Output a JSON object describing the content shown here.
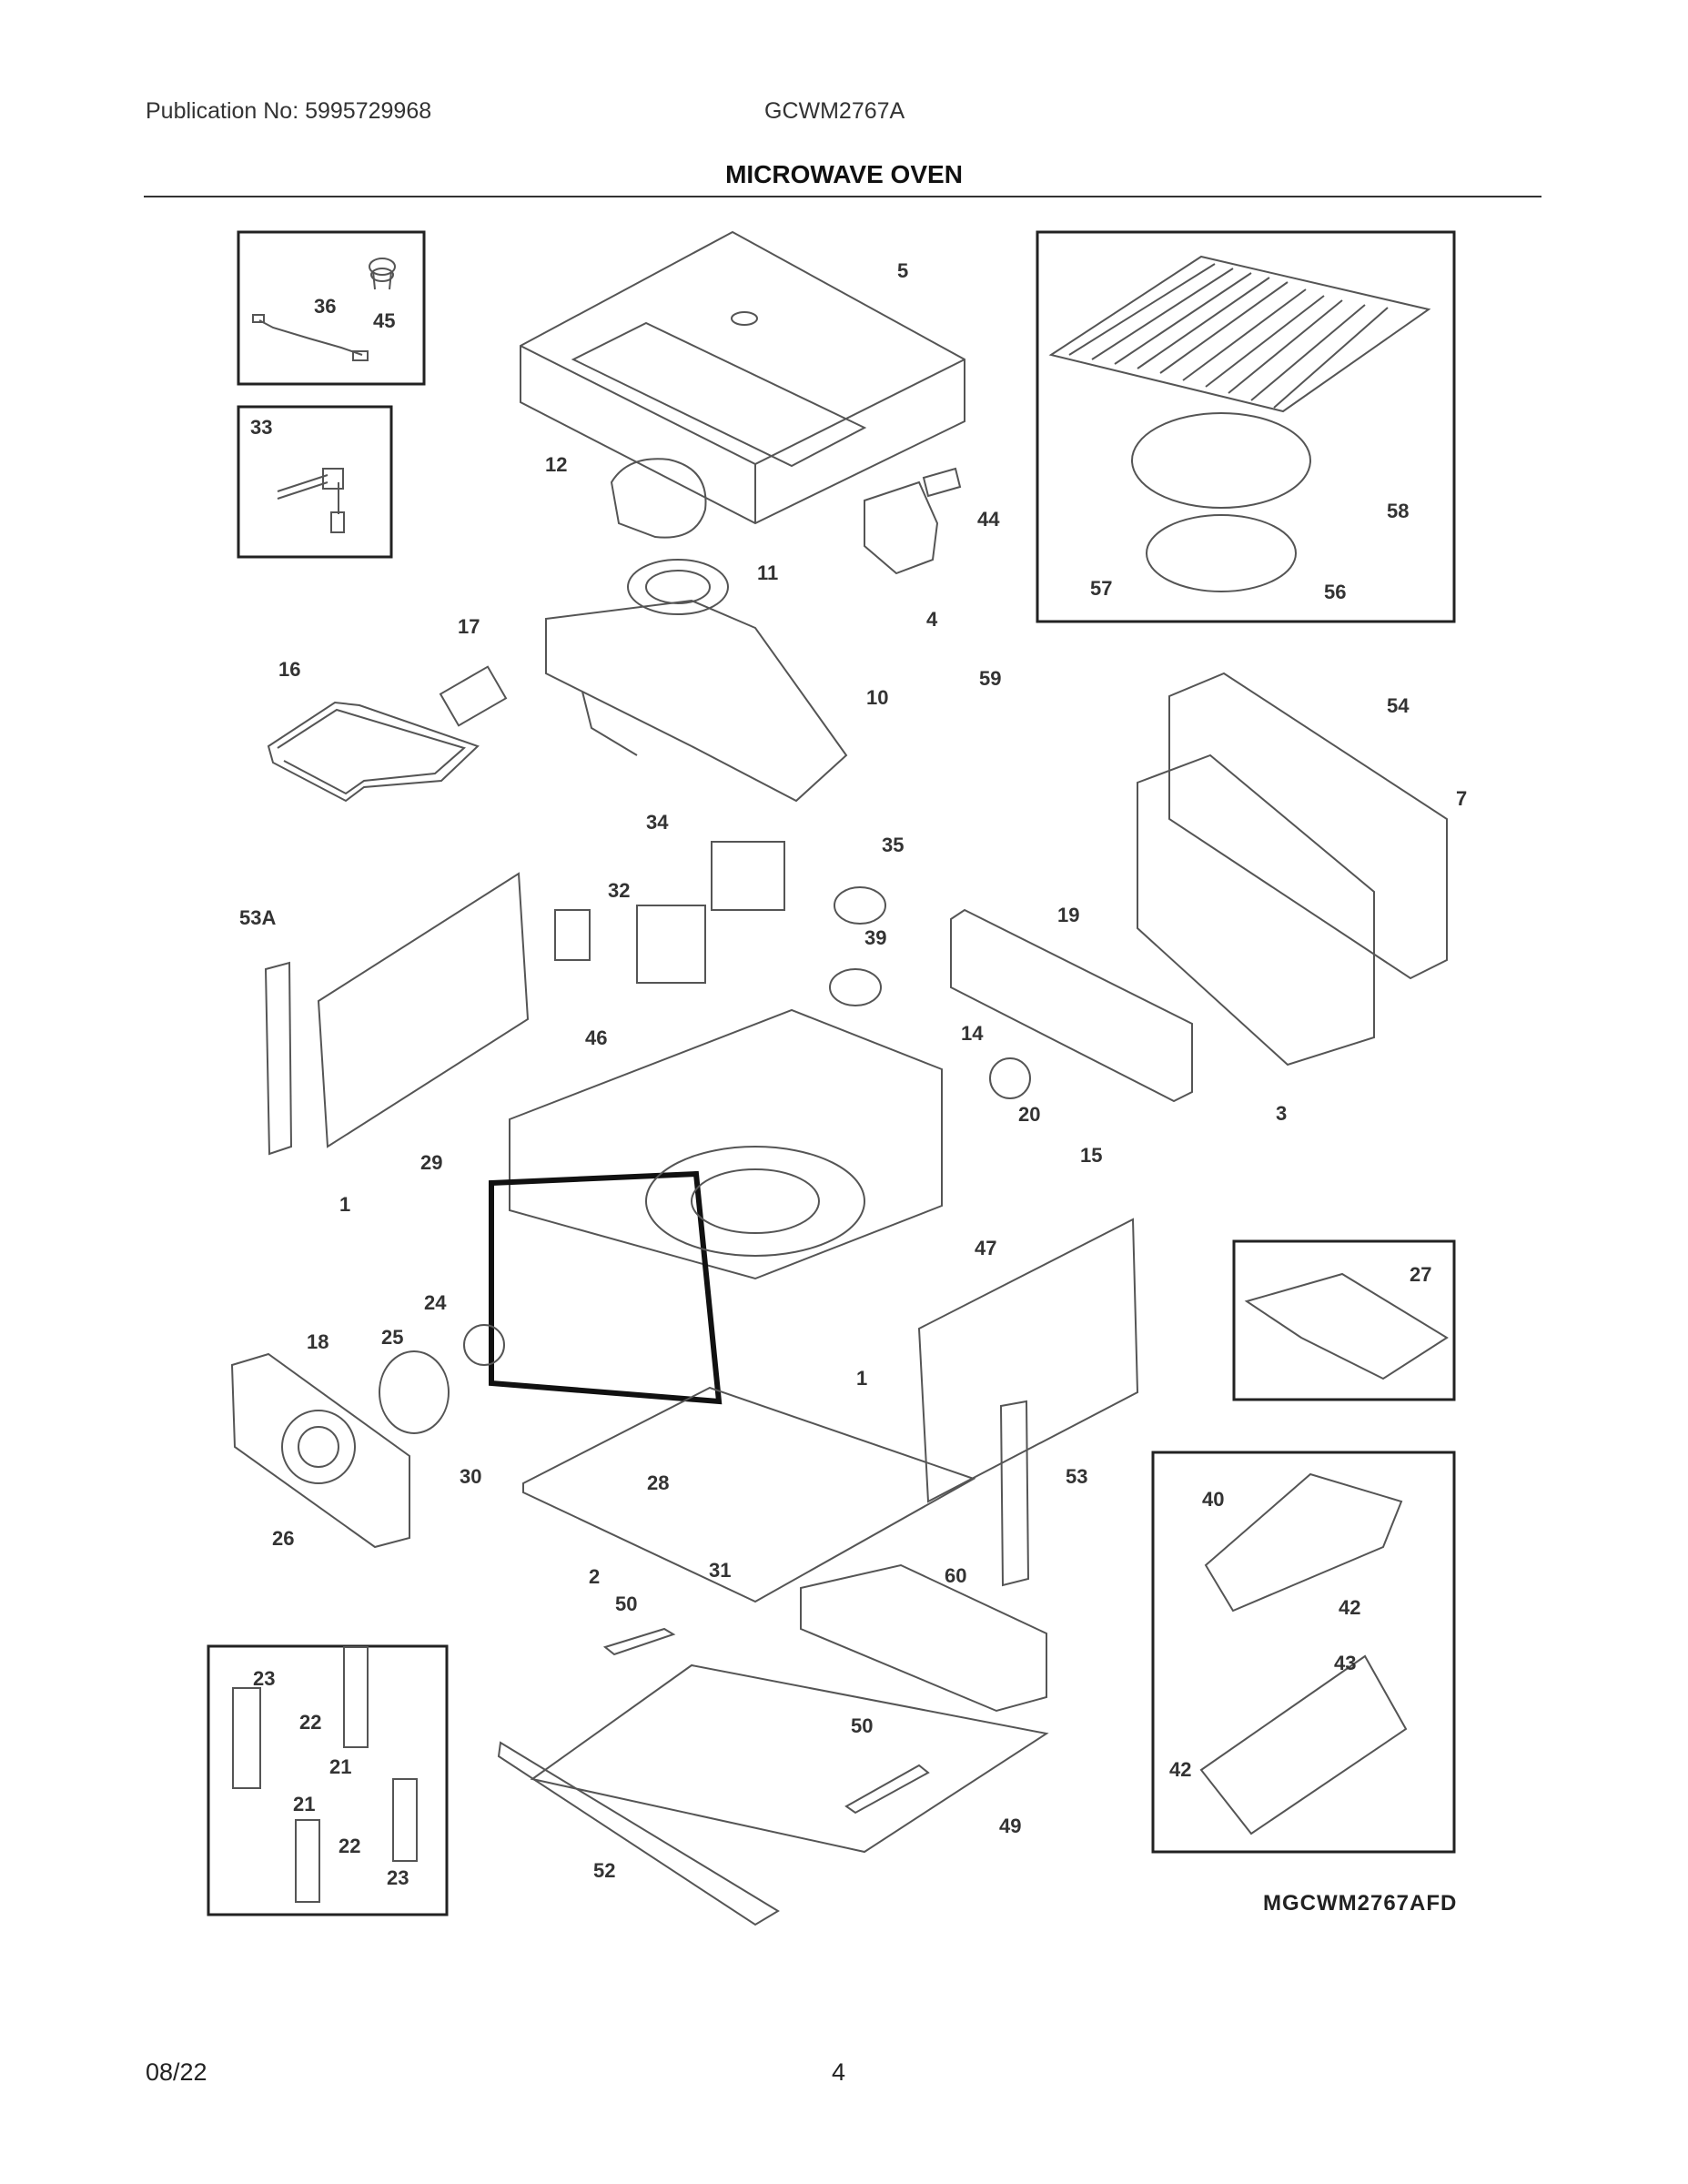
{
  "header": {
    "publication": "Publication No: 5995729968",
    "model": "GCWM2767A",
    "title": "MICROWAVE OVEN"
  },
  "diagram": {
    "callouts": [
      "36",
      "45",
      "33",
      "5",
      "12",
      "11",
      "44",
      "4",
      "58",
      "57",
      "56",
      "59",
      "17",
      "16",
      "10",
      "34",
      "35",
      "32",
      "54",
      "7",
      "53A",
      "19",
      "39",
      "46",
      "14",
      "20",
      "15",
      "3",
      "29",
      "1",
      "47",
      "27",
      "24",
      "18",
      "25",
      "1",
      "53",
      "40",
      "30",
      "28",
      "26",
      "31",
      "2",
      "60",
      "42",
      "50",
      "43",
      "23",
      "22",
      "21",
      "50",
      "42",
      "49",
      "21",
      "22",
      "23",
      "52"
    ]
  },
  "diagram_code": "MGCWM2767AFD",
  "footer": {
    "date": "08/22",
    "page": "4"
  }
}
